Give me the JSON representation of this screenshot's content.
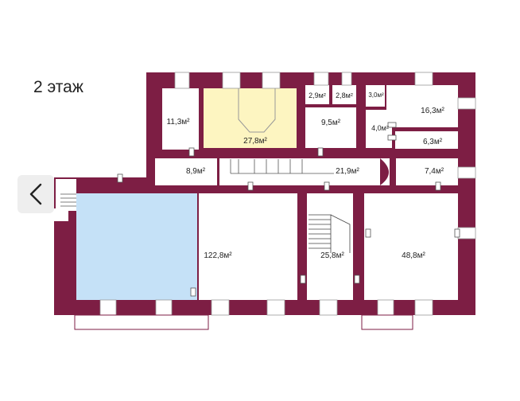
{
  "floor_title": "2 этаж",
  "colors": {
    "wall": "#7d1e44",
    "floor": "#ffffff",
    "highlight_yellow": "#fdf5c1",
    "highlight_blue": "#c5e1f7",
    "window": "#ffffff"
  },
  "icons": {
    "back": "chevron-left-icon"
  },
  "rooms": [
    {
      "id": "r1",
      "label": "11,3м²"
    },
    {
      "id": "r2",
      "label": "27,8м²"
    },
    {
      "id": "r3",
      "label": "2,9м²"
    },
    {
      "id": "r4",
      "label": "2,8м²"
    },
    {
      "id": "r5",
      "label": "9,5м²"
    },
    {
      "id": "r6",
      "label": "3,0м²"
    },
    {
      "id": "r7",
      "label": "4,0м²"
    },
    {
      "id": "r8",
      "label": "16,3м²"
    },
    {
      "id": "r9",
      "label": "6,3м²"
    },
    {
      "id": "r10",
      "label": "8,9м²"
    },
    {
      "id": "r11",
      "label": "21,9м²"
    },
    {
      "id": "r12",
      "label": "7,4м²"
    },
    {
      "id": "r13",
      "label": "122,8м²"
    },
    {
      "id": "r14",
      "label": "25,8м²"
    },
    {
      "id": "r15",
      "label": "48,8м²"
    }
  ]
}
